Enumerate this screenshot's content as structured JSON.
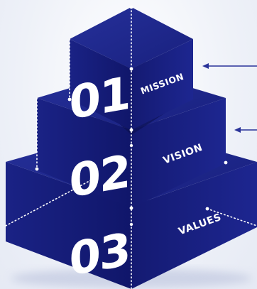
{
  "tiers": [
    {
      "number": "01",
      "label": "MISSION"
    },
    {
      "number": "02",
      "label": "VISION"
    },
    {
      "number": "03",
      "label": "VALUES"
    }
  ],
  "colors": {
    "front_face": "#13196b",
    "side_face": "#1a2280",
    "top_face": "#1c2590",
    "shadow": "#070b3a",
    "arrow": "#2a3399",
    "text": "#ffffff"
  },
  "icons": [
    "arrow-left-icon"
  ]
}
